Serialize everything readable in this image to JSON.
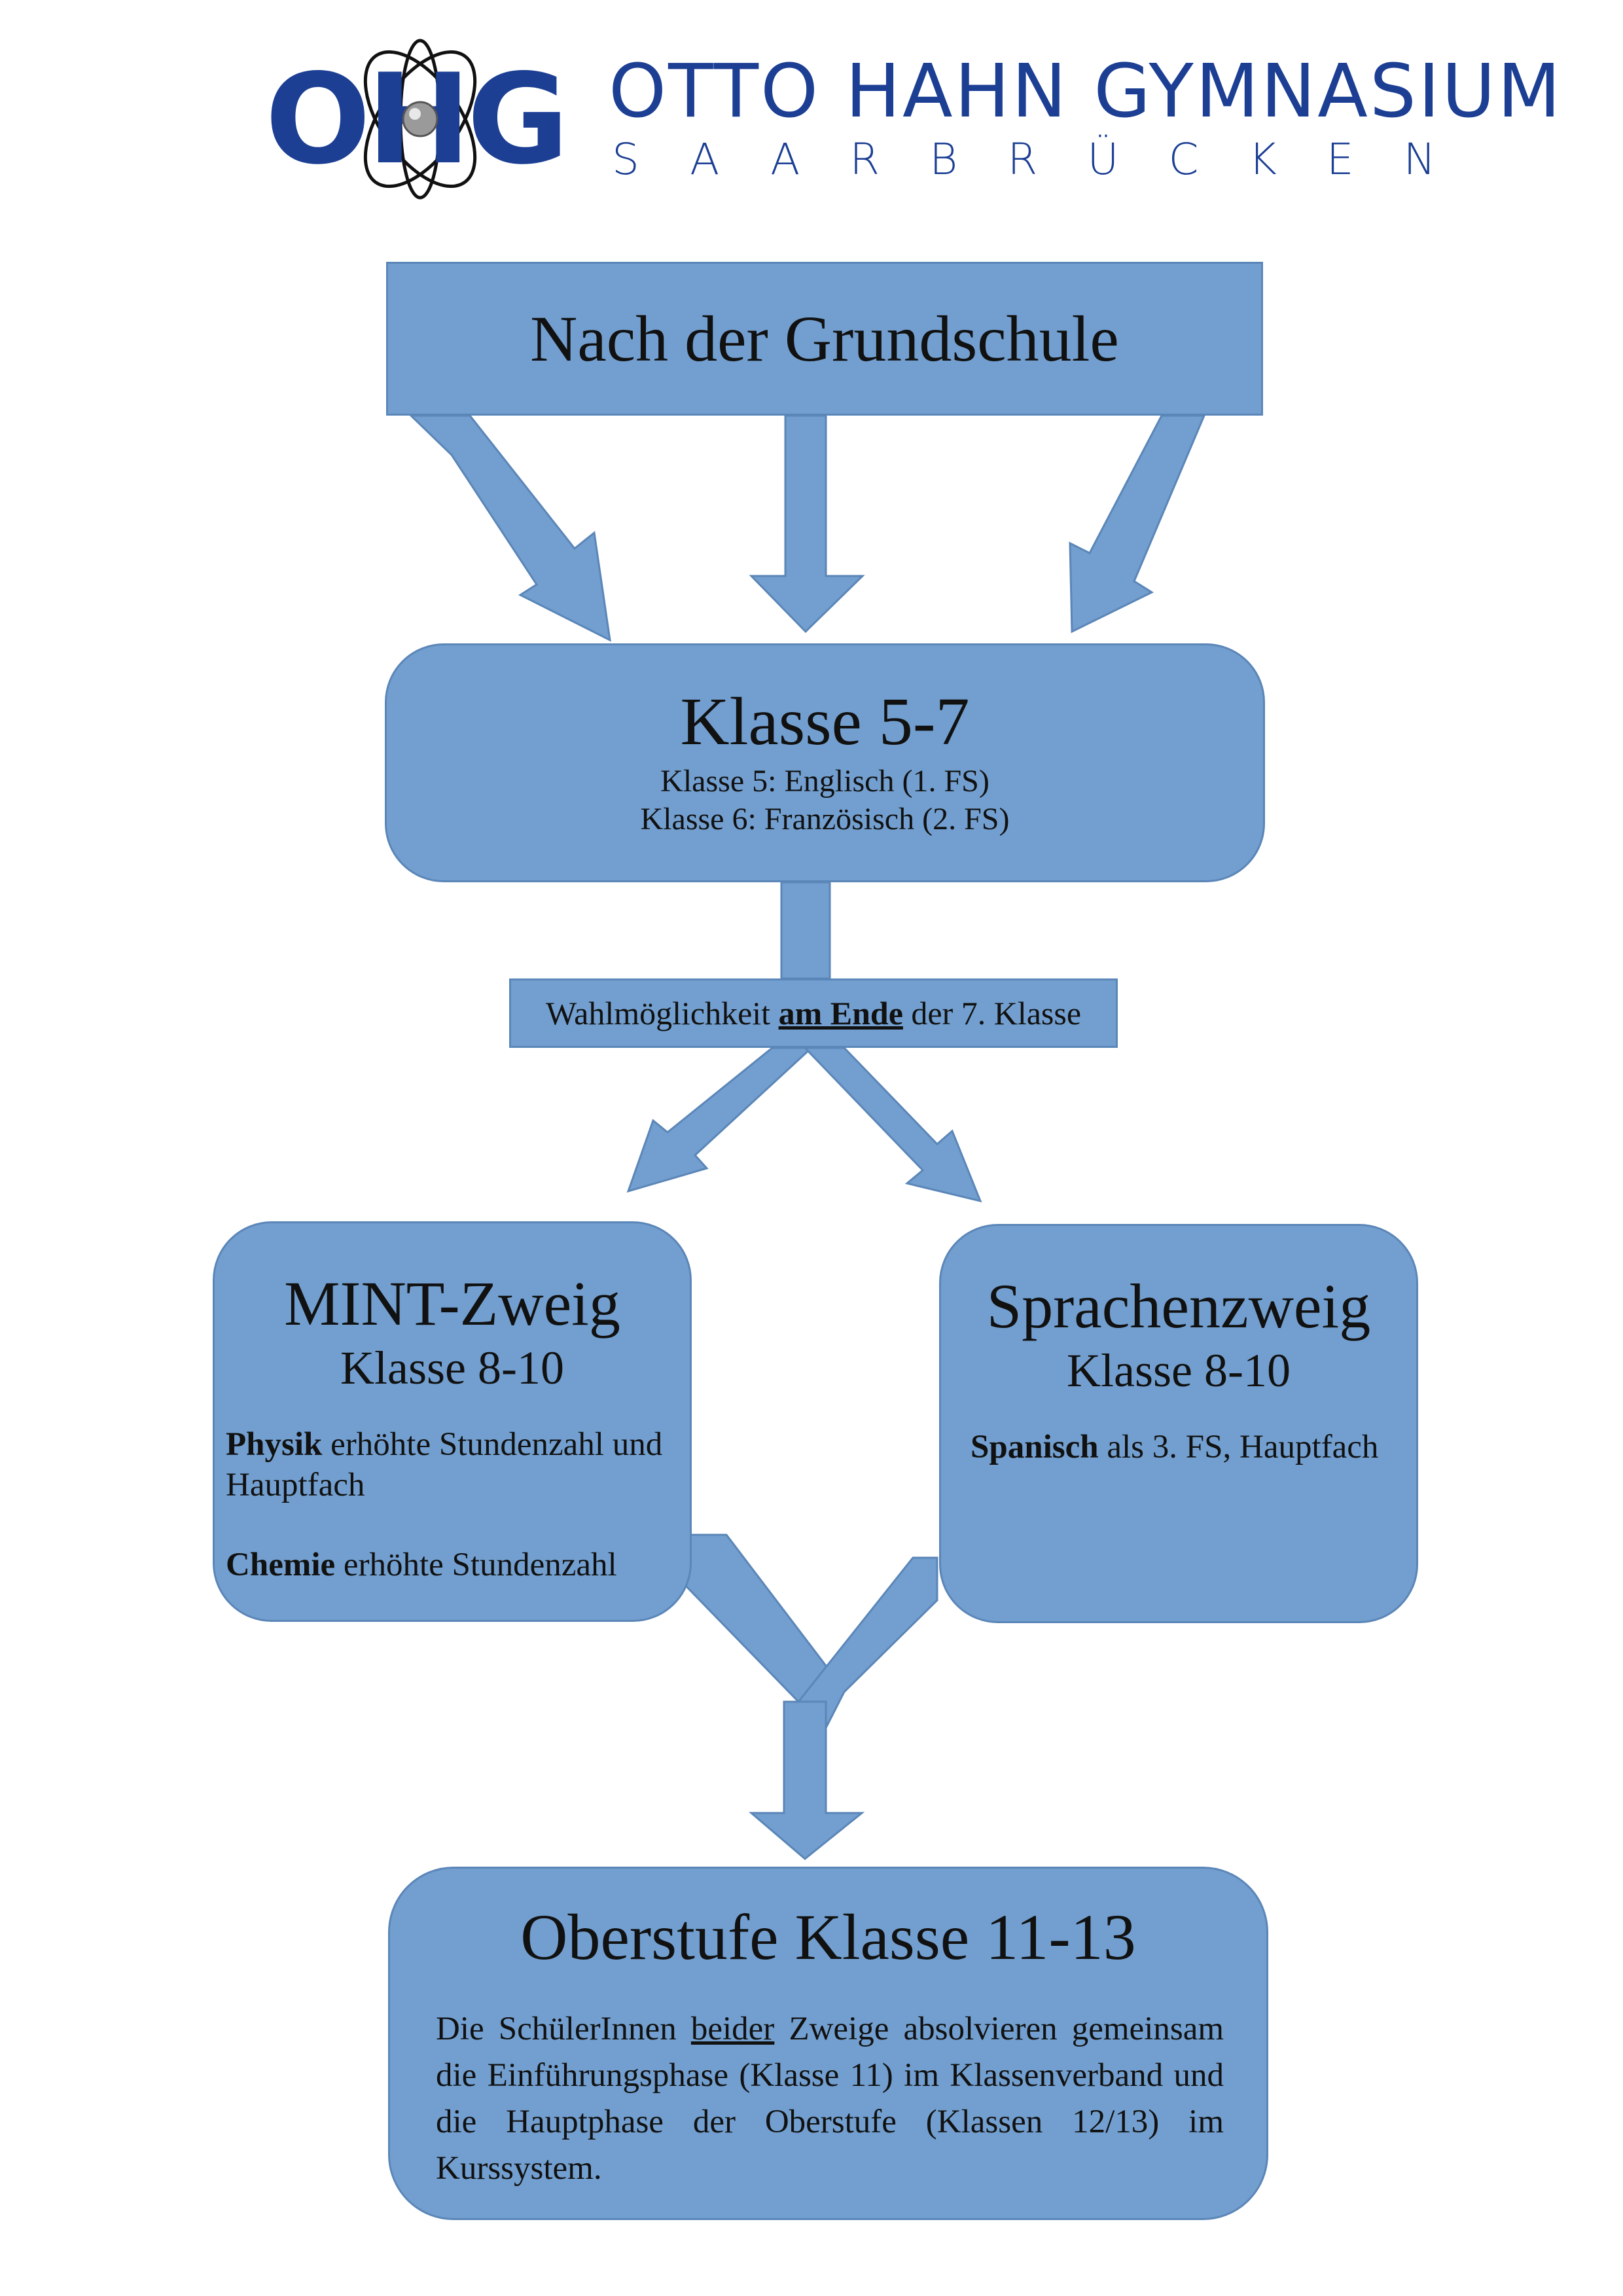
{
  "header": {
    "logo_monogram": "OHG",
    "school_name": "OTTO HAHN GYMNASIUM",
    "school_city": "SAARBRÜCKEN"
  },
  "colors": {
    "box_fill": "#729fcf",
    "box_border": "#5b86b8",
    "logo_blue": "#1c3f94"
  },
  "flow": {
    "start": {
      "title": "Nach der Grundschule"
    },
    "klasse_5_7": {
      "title": "Klasse 5-7",
      "line1": "Klasse 5: Englisch (1. FS)",
      "line2": "Klasse 6: Französisch (2. FS)"
    },
    "choice": {
      "prefix": "Wahlmöglichkeit",
      "emphasis": "am Ende",
      "suffix": "der 7. Klasse"
    },
    "mint": {
      "title": "MINT-Zweig",
      "subtitle": "Klasse 8-10",
      "item1_bold": "Physik",
      "item1_text": "erhöhte Stundenzahl und Hauptfach",
      "item2_bold": "Chemie",
      "item2_text": "erhöhte Stundenzahl"
    },
    "sprachen": {
      "title": "Sprachenzweig",
      "subtitle": "Klasse 8-10",
      "item1_bold": "Spanisch",
      "item1_text": "als 3. FS, Hauptfach"
    },
    "oberstufe": {
      "title": "Oberstufe Klasse 11-13",
      "text_before": "Die SchülerInnen",
      "text_underlined": "beider",
      "text_after": "Zweige absolvieren gemeinsam die Einführungsphase (Klasse 11) im Klassenverband und die Hauptphase der Oberstufe (Klassen 12/13) im Kurssystem."
    }
  }
}
